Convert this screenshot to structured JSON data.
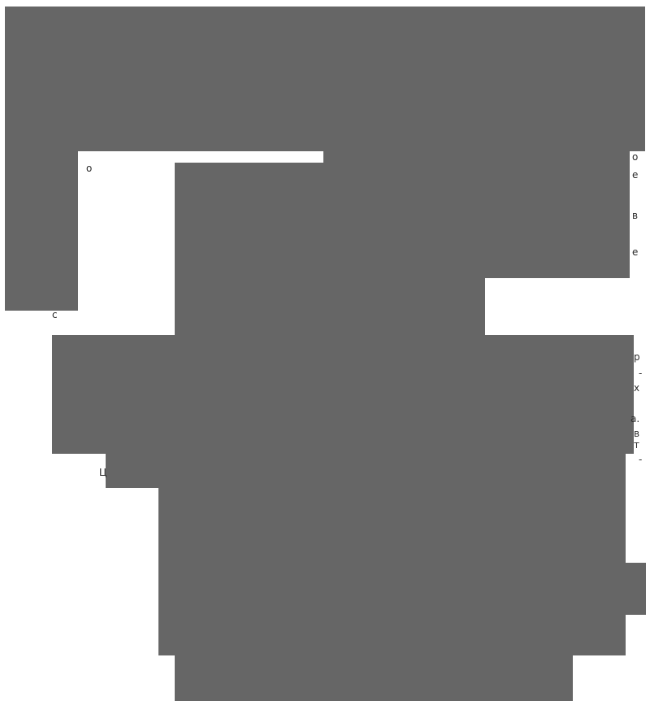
{
  "colors": {
    "block_gray": "#666666",
    "fragment_text": "#2b2b2b",
    "background": "#ffffff"
  },
  "fragments": [
    {
      "text": "о"
    },
    {
      "text": "о"
    },
    {
      "text": "е"
    },
    {
      "text": "в"
    },
    {
      "text": "е"
    },
    {
      "text": "с"
    },
    {
      "text": "р"
    },
    {
      "text": "-"
    },
    {
      "text": "х"
    },
    {
      "text": "а."
    },
    {
      "text": "в"
    },
    {
      "text": "т"
    },
    {
      "text": "-"
    },
    {
      "text": "Ц"
    }
  ]
}
